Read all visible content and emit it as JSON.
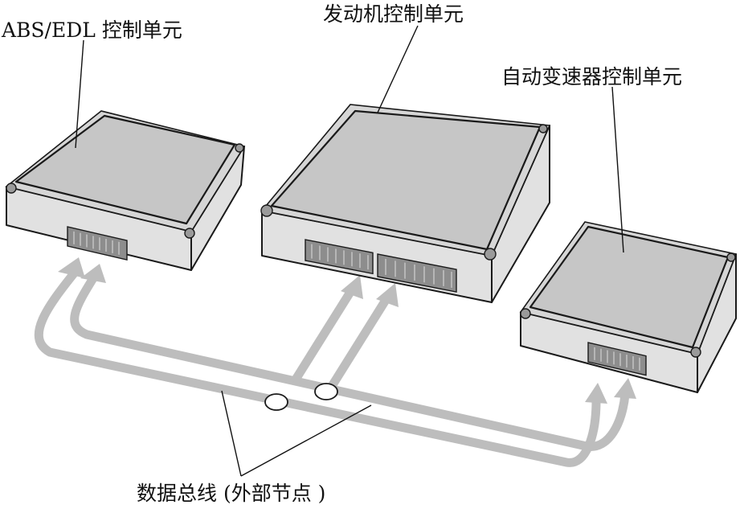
{
  "labels": {
    "abs_unit": "ABS/EDL 控制单元",
    "engine_unit": "发动机控制单元",
    "transmission_unit": "自动变速器控制单元",
    "data_bus": "数据总线 (外部节点 )"
  },
  "colors": {
    "bus": "#bdbdbd",
    "unit_top": "#c6c6c6",
    "unit_side": "#e1e1e1",
    "outline": "#1a1a1a"
  }
}
